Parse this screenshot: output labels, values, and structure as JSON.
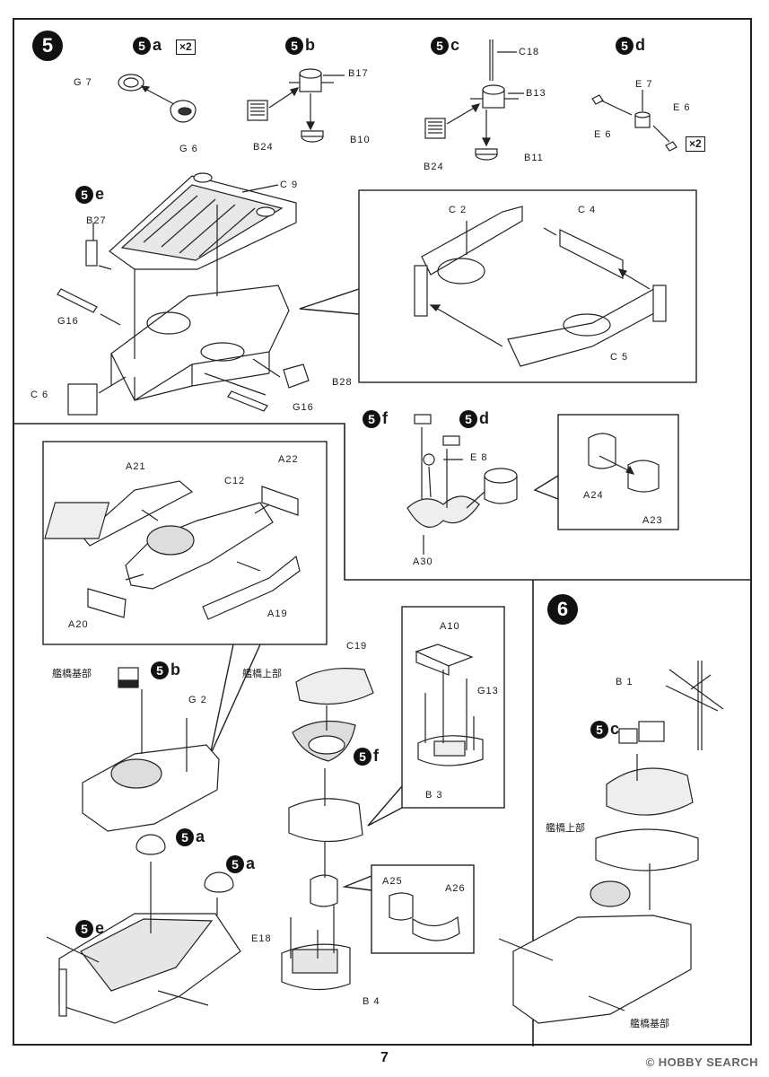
{
  "page_number": "7",
  "watermark": "© HOBBY SEARCH",
  "multiplier": "×2",
  "steps": {
    "s5": {
      "num": "5"
    },
    "s5a": {
      "num": "5",
      "letter": "a"
    },
    "s5b": {
      "num": "5",
      "letter": "b"
    },
    "s5c": {
      "num": "5",
      "letter": "c"
    },
    "s5d": {
      "num": "5",
      "letter": "d"
    },
    "s5e": {
      "num": "5",
      "letter": "e"
    },
    "s5f": {
      "num": "5",
      "letter": "f"
    },
    "s6": {
      "num": "6"
    }
  },
  "parts": {
    "g7": "G 7",
    "g6": "G 6",
    "b17": "B17",
    "b24a": "B24",
    "b10": "B10",
    "c18": "C18",
    "b13": "B13",
    "b24b": "B24",
    "b11": "B11",
    "e7": "E 7",
    "e6a": "E 6",
    "e6b": "E 6",
    "c9": "C 9",
    "b27": "B27",
    "g16a": "G16",
    "c6": "C 6",
    "b28": "B28",
    "g16b": "G16",
    "c2": "C 2",
    "c4": "C 4",
    "c5": "C 5",
    "e8": "E 8",
    "a30": "A30",
    "a24": "A24",
    "a23": "A23",
    "a21": "A21",
    "c12": "C12",
    "a22": "A22",
    "a20": "A20",
    "a19": "A19",
    "g2": "G 2",
    "c19": "C19",
    "a10": "A10",
    "g13": "G13",
    "b3": "B 3",
    "a25": "A25",
    "a26": "A26",
    "e18": "E18",
    "b4": "B 4",
    "b1": "B 1"
  },
  "labels": {
    "bridge_base_a": "艦橋基部",
    "bridge_upper_a": "艦橋上部",
    "bridge_upper_b": "艦橋上部",
    "bridge_base_b": "艦橋基部"
  }
}
